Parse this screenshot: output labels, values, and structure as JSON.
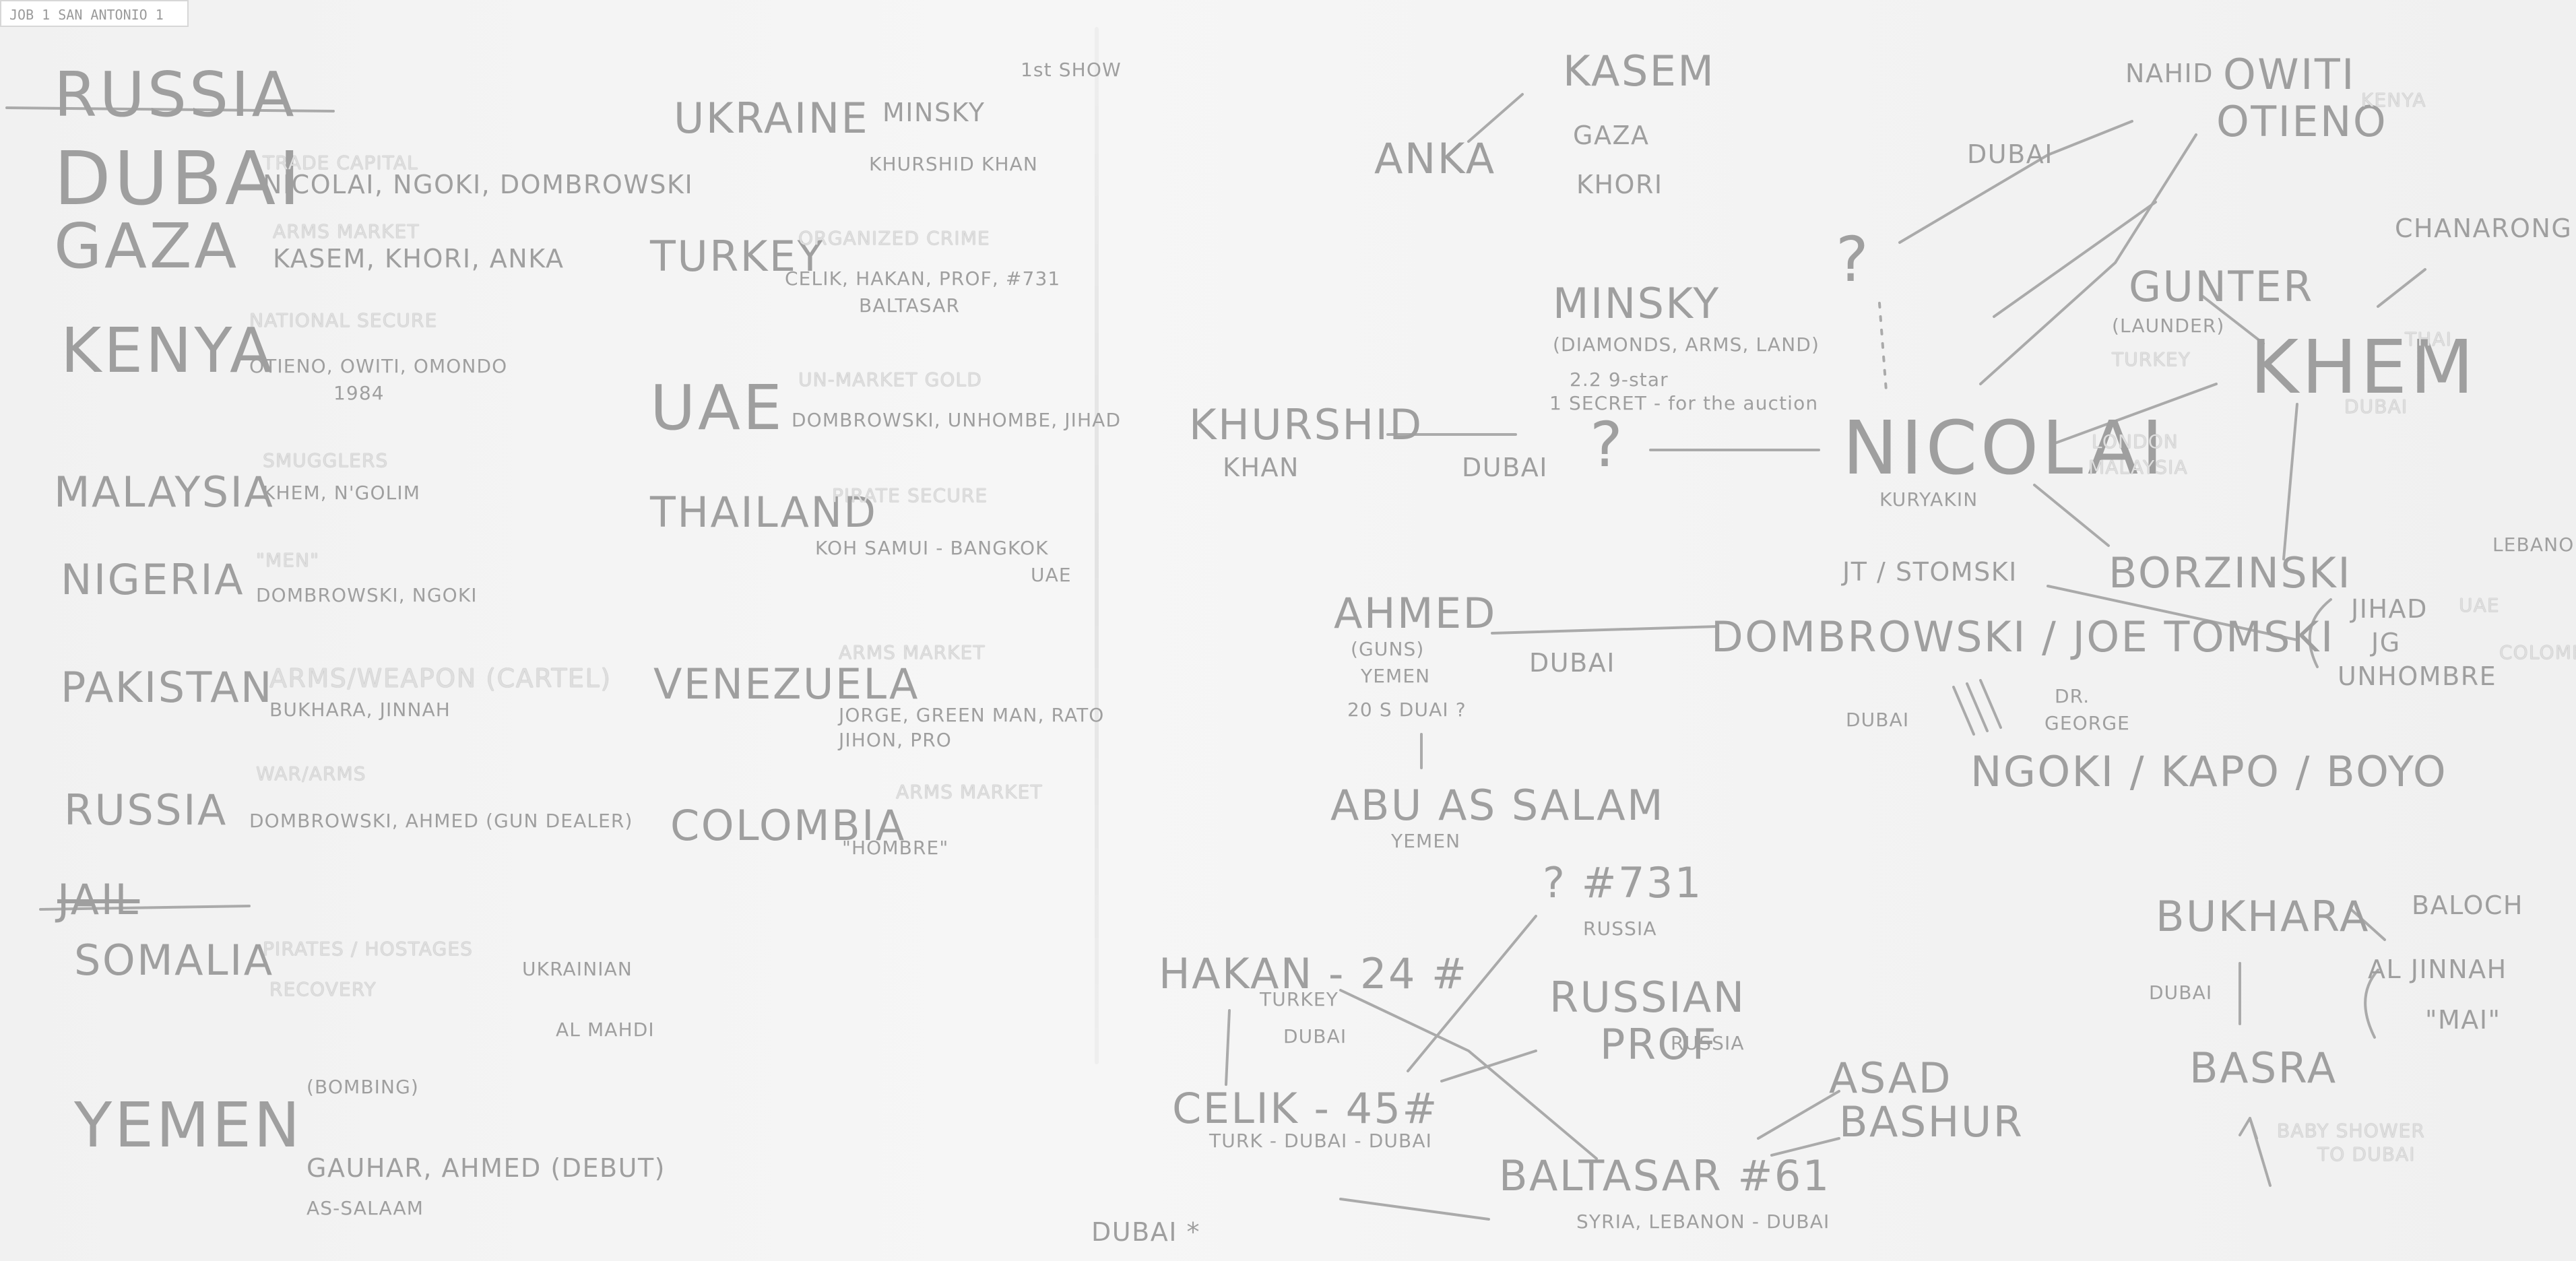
{
  "board": {
    "tag": "JOB 1 SAN ANTONIO 1",
    "left": {
      "russia_header": "RUSSIA",
      "dubai": {
        "country": "DUBAI",
        "desc": "TRADE CAPITAL",
        "names": "NICOLAI, NGOKI, DOMBROWSKI"
      },
      "gaza": {
        "country": "GAZA",
        "desc": "ARMS MARKET",
        "names": "KASEM, KHORI, ANKA"
      },
      "kenya": {
        "country": "KENYA",
        "desc": "NATIONAL SECURE",
        "names": "OTIENO, OWITI, OMONDO",
        "extra": "1984"
      },
      "malaysia": {
        "country": "MALAYSIA",
        "desc": "SMUGGLERS",
        "names": "KHEM, N'GOLIM"
      },
      "nigeria": {
        "country": "NIGERIA",
        "desc": "\"MEN\"",
        "names": "DOMBROWSKI, NGOKI"
      },
      "pakistan": {
        "country": "PAKISTAN",
        "desc": "ARMS/WEAPON (CARTEL)",
        "names": "BUKHARA, JINNAH"
      },
      "russia": {
        "country": "RUSSIA",
        "desc": "WAR/ARMS",
        "names": "DOMBROWSKI, AHMED (GUN DEALER)"
      },
      "jail": "JAIL",
      "somalia": {
        "country": "SOMALIA",
        "desc": "PIRATES / HOSTAGES",
        "names": "RECOVERY",
        "extra": "UKRAINIAN",
        "extra2": "AL MAHDI"
      },
      "yemen": {
        "country": "YEMEN",
        "desc": "(BOMBING)",
        "names": "GAUHAR, AHMED (DEBUT)",
        "extra": "AS-SALAAM"
      }
    },
    "mid": {
      "ukraine": {
        "country": "UKRAINE",
        "names": "MINSKY",
        "desc": "KHURSHID KHAN",
        "side": "1st SHOW"
      },
      "turkey": {
        "country": "TURKEY",
        "desc": "ORGANIZED CRIME",
        "names": "CELIK, HAKAN, PROF, #731",
        "extra": "BALTASAR"
      },
      "uae": {
        "country": "UAE",
        "desc": "UN-MARKET GOLD",
        "names": "DOMBROWSKI, UNHOMBE, JIHAD"
      },
      "thailand": {
        "country": "THAILAND",
        "desc": "PIRATE SECURE",
        "names": "KOH SAMUI - BANGKOK",
        "extra": "UAE"
      },
      "venezuela": {
        "country": "VENEZUELA",
        "desc": "ARMS MARKET",
        "names": "JORGE, GREEN MAN, RATO",
        "extra": "JIHON, PRO"
      },
      "colombia": {
        "country": "COLOMBIA",
        "desc": "ARMS MARKET",
        "names": "\"HOMBRE\""
      }
    },
    "network": {
      "kasem": "KASEM",
      "anka": "ANKA",
      "gaza": "GAZA",
      "khori": "KHORI",
      "nahid": "NAHID",
      "owiti": "OWITI",
      "otieno": "OTIENO",
      "kenya": "KENYA",
      "dubai_1": "DUBAI",
      "chanarong": "CHANARONG",
      "q1": "?",
      "minsky": "MINSKY",
      "minsky_note": "(DIAMONDS, ARMS, LAND)",
      "minsky_note2": "2.2 9-star",
      "minsky_note3": "1 SECRET - for the auction",
      "gunter": "GUNTER",
      "gunter_note": "(LAUNDER)",
      "gunter_note2": "TURKEY",
      "khem": "KHEM",
      "khem_note": "THAI",
      "khem_note2": "DUBAI",
      "khurshid": "KHURSHID",
      "khan": "KHAN",
      "dubai_2": "DUBAI",
      "q2": "?",
      "nicolai": "NICOLAI",
      "kuryakin": "KURYAKIN",
      "london": "LONDON",
      "malaysia": "MALAYSIA",
      "borzinski": "BORZINSKI",
      "ahmed": "AHMED",
      "guns": "(GUNS)",
      "yemen": "YEMEN",
      "dubai_q": "20 S DUAI ?",
      "dubai_3": "DUBAI",
      "jt": "JT / STOMSKI",
      "dombrowski": "DOMBROWSKI / JOE TOMSKI",
      "jihad": "JIHAD",
      "jg": "JG",
      "unhombre": "UNHOMBRE",
      "crossed": "LEBANON",
      "uae_right": "UAE",
      "colombia": "COLOMBIA",
      "asalaam": "ABU AS SALAM",
      "yemen2": "YEMEN",
      "dubai_list": "DUBAI",
      "dr": "DR.",
      "george": "GEORGE",
      "ngoki": "NGOKI / KAPO / BOYO",
      "hakan": "HAKAN - 24 #",
      "turkey2": "TURKEY",
      "dubai_4": "DUBAI",
      "q731": "? #731",
      "russia2": "RUSSIA",
      "russian": "RUSSIAN",
      "prof": "PROF",
      "russia3": "RUSSIA",
      "celik": "CELIK - 45#",
      "turkey_dubai": "TURK - DUBAI - DUBAI",
      "baltasar": "BALTASAR #61",
      "baltasar_note": "SYRIA, LEBANON - DUBAI",
      "asad": "ASAD",
      "bashur": "BASHUR",
      "bukhara": "BUKHARA",
      "baloch": "BALOCH",
      "dubai_5": "DUBAI",
      "jinnah": "AL JINNAH",
      "mai": "\"MAI\"",
      "basra": "BASRA",
      "arrow_note": "BABY SHOWER",
      "arrow_note2": "TO DUBAI",
      "dubai_bottom": "DUBAI *"
    }
  }
}
